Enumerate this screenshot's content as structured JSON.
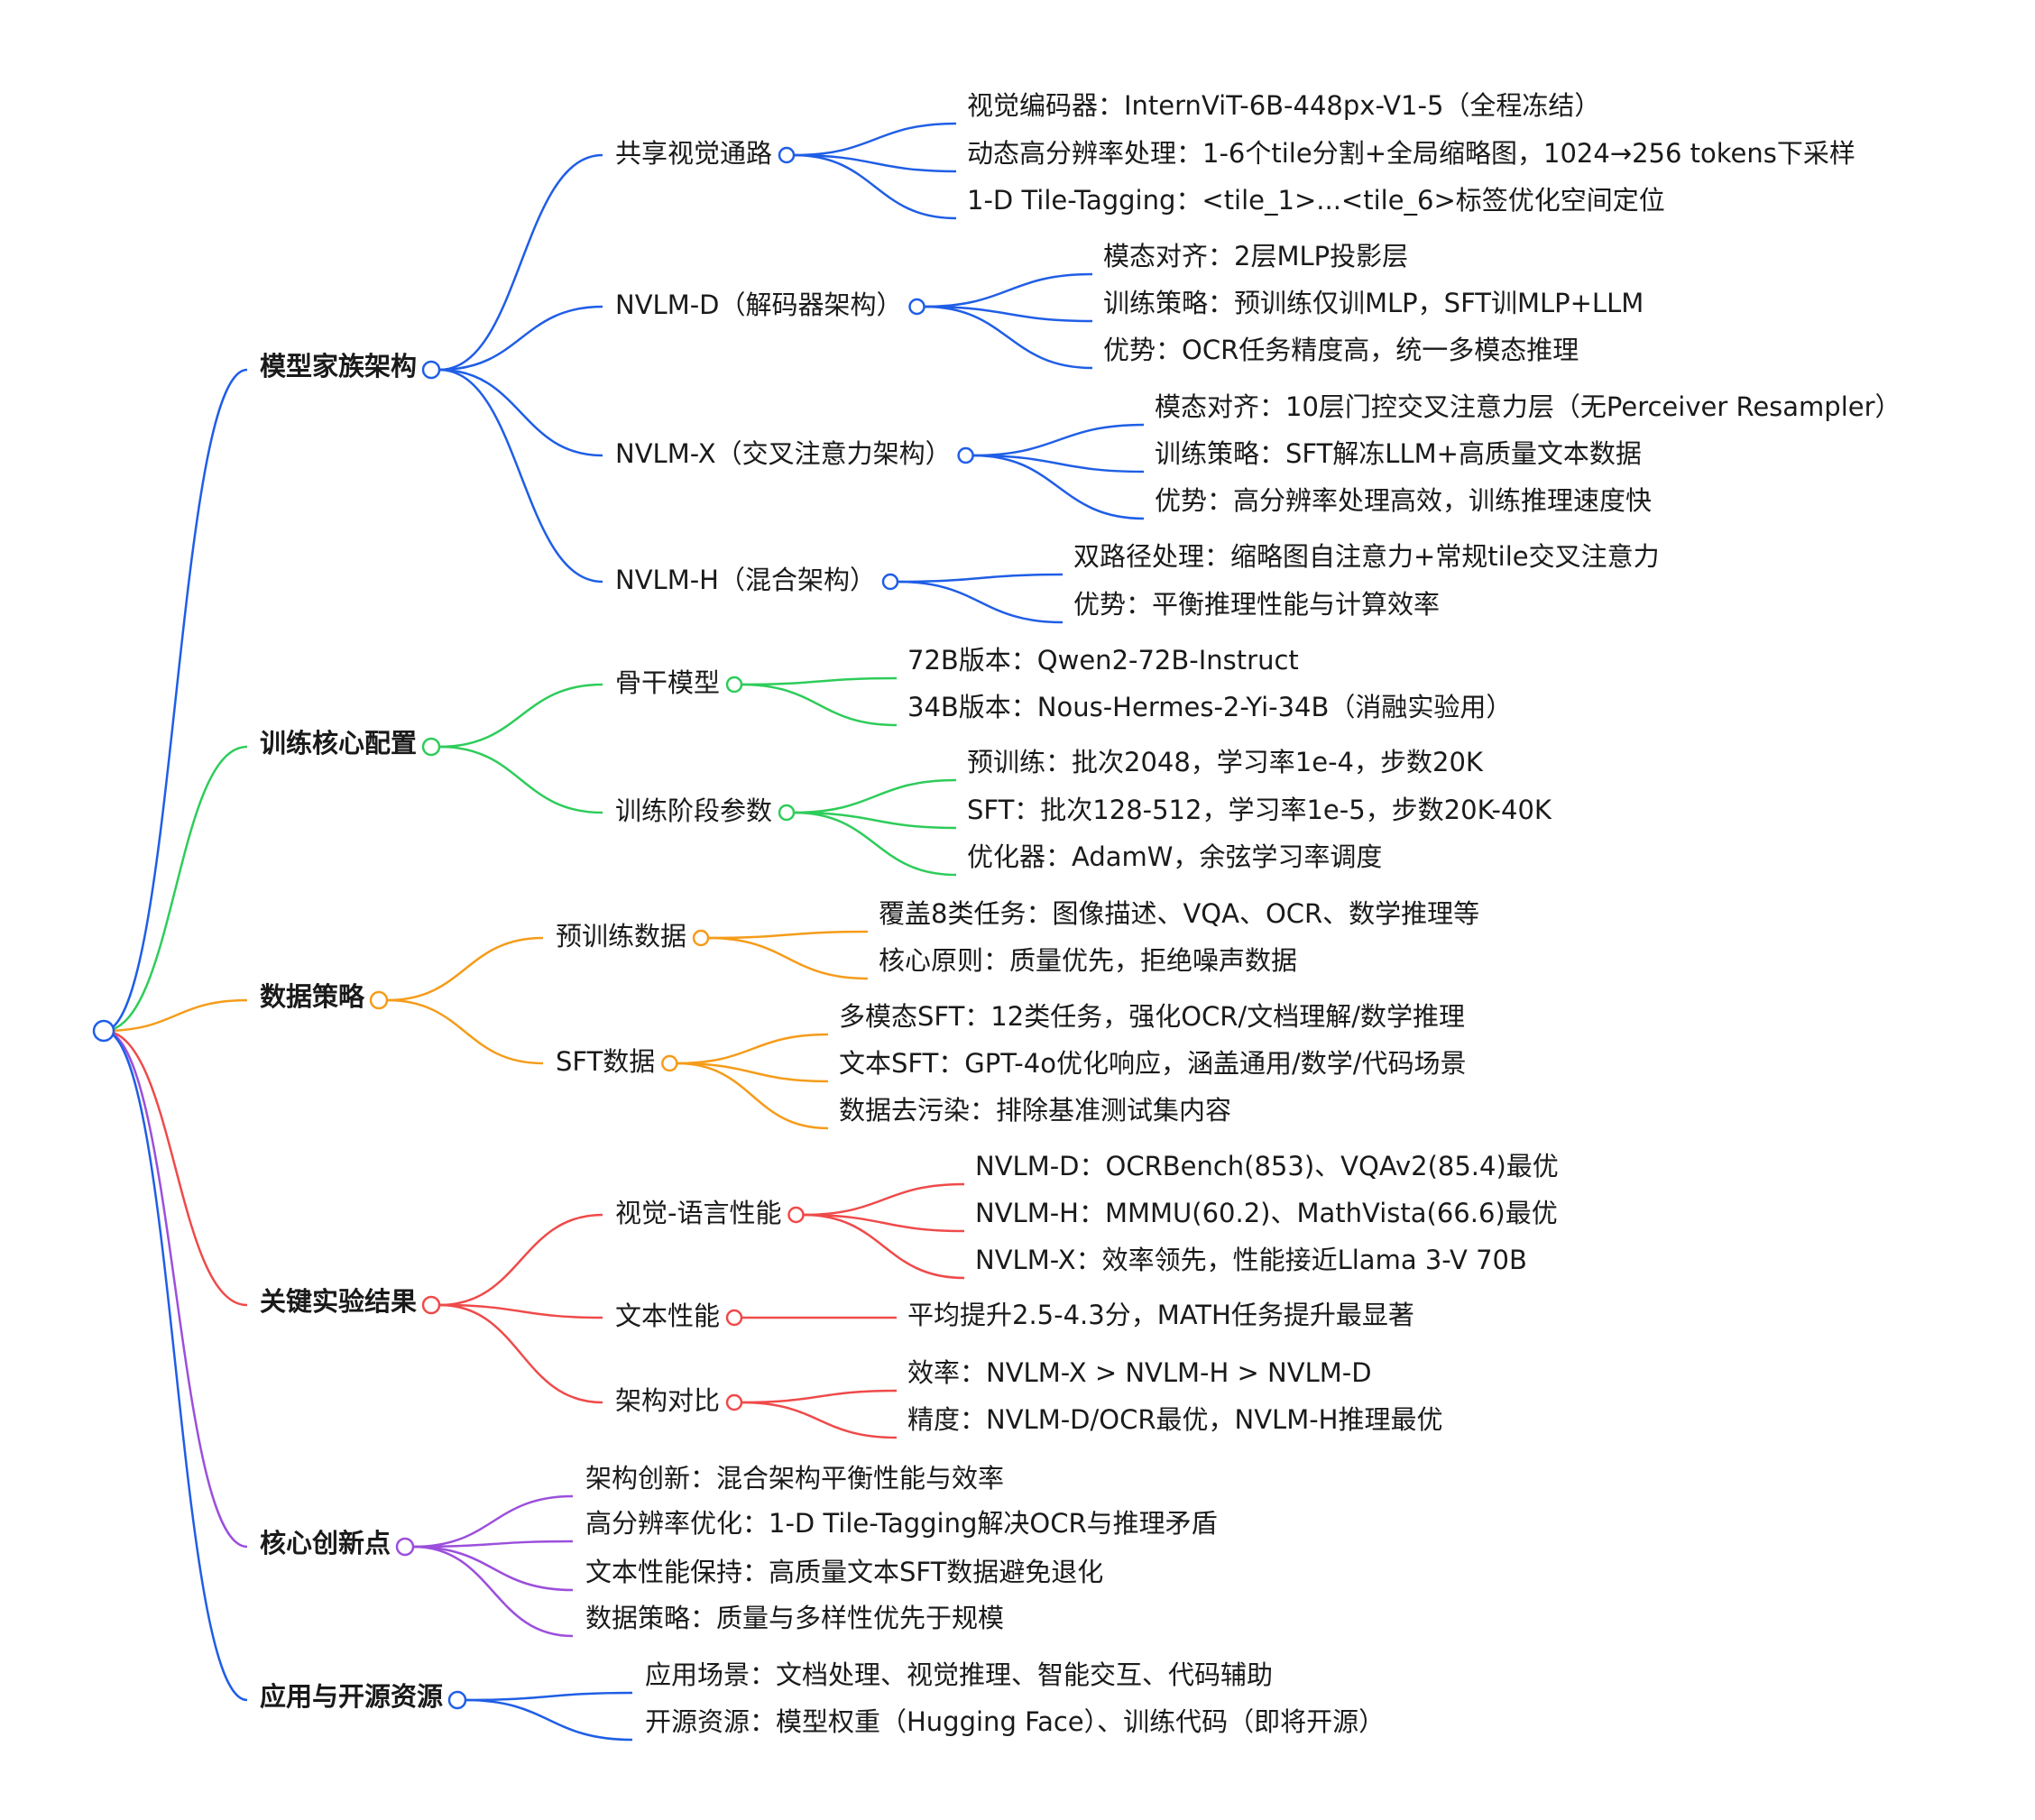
{
  "mindmap": {
    "branches": [
      {
        "label": "模型家族架构",
        "color": "#1f5ee6",
        "children": [
          {
            "label": "共享视觉通路",
            "children": [
              "视觉编码器：InternViT-6B-448px-V1-5（全程冻结）",
              "动态高分辨率处理：1-6个tile分割+全局缩略图，1024→256 tokens下采样",
              "1-D Tile-Tagging：<tile_1>...<tile_6>标签优化空间定位"
            ]
          },
          {
            "label": "NVLM-D（解码器架构）",
            "children": [
              "模态对齐：2层MLP投影层",
              "训练策略：预训练仅训MLP，SFT训MLP+LLM",
              "优势：OCR任务精度高，统一多模态推理"
            ]
          },
          {
            "label": "NVLM-X（交叉注意力架构）",
            "children": [
              "模态对齐：10层门控交叉注意力层（无Perceiver Resampler）",
              "训练策略：SFT解冻LLM+高质量文本数据",
              "优势：高分辨率处理高效，训练推理速度快"
            ]
          },
          {
            "label": "NVLM-H（混合架构）",
            "children": [
              "双路径处理：缩略图自注意力+常规tile交叉注意力",
              "优势：平衡推理性能与计算效率"
            ]
          }
        ]
      },
      {
        "label": "训练核心配置",
        "color": "#2ecc5a",
        "children": [
          {
            "label": "骨干模型",
            "children": [
              "72B版本：Qwen2-72B-Instruct",
              "34B版本：Nous-Hermes-2-Yi-34B（消融实验用）"
            ]
          },
          {
            "label": "训练阶段参数",
            "children": [
              "预训练：批次2048，学习率1e-4，步数20K",
              "SFT：批次128-512，学习率1e-5，步数20K-40K",
              "优化器：AdamW，余弦学习率调度"
            ]
          }
        ]
      },
      {
        "label": "数据策略",
        "color": "#f59c1a",
        "children": [
          {
            "label": "预训练数据",
            "children": [
              "覆盖8类任务：图像描述、VQA、OCR、数学推理等",
              "核心原则：质量优先，拒绝噪声数据"
            ]
          },
          {
            "label": "SFT数据",
            "children": [
              "多模态SFT：12类任务，强化OCR/文档理解/数学推理",
              "文本SFT：GPT-4o优化响应，涵盖通用/数学/代码场景",
              "数据去污染：排除基准测试集内容"
            ]
          }
        ]
      },
      {
        "label": "关键实验结果",
        "color": "#ef4a4a",
        "children": [
          {
            "label": "视觉-语言性能",
            "children": [
              "NVLM-D：OCRBench(853)、VQAv2(85.4)最优",
              "NVLM-H：MMMU(60.2)、MathVista(66.6)最优",
              "NVLM-X：效率领先，性能接近Llama 3-V 70B"
            ]
          },
          {
            "label": "文本性能",
            "children": [
              "平均提升2.5-4.3分，MATH任务提升最显著"
            ]
          },
          {
            "label": "架构对比",
            "children": [
              "效率：NVLM-X > NVLM-H > NVLM-D",
              "精度：NVLM-D/OCR最优，NVLM-H推理最优"
            ]
          }
        ]
      },
      {
        "label": "核心创新点",
        "color": "#9b4fdc",
        "children": [
          {
            "label": "架构创新：混合架构平衡性能与效率",
            "children": []
          },
          {
            "label": "高分辨率优化：1-D Tile-Tagging解决OCR与推理矛盾",
            "children": []
          },
          {
            "label": "文本性能保持：高质量文本SFT数据避免退化",
            "children": []
          },
          {
            "label": "数据策略：质量与多样性优先于规模",
            "children": []
          }
        ]
      },
      {
        "label": "应用与开源资源",
        "color": "#1f5ee6",
        "children": [
          {
            "label": "应用场景：文档处理、视觉推理、智能交互、代码辅助",
            "children": []
          },
          {
            "label": "开源资源：模型权重（Hugging Face）、训练代码（即将开源）",
            "children": []
          }
        ]
      }
    ]
  }
}
